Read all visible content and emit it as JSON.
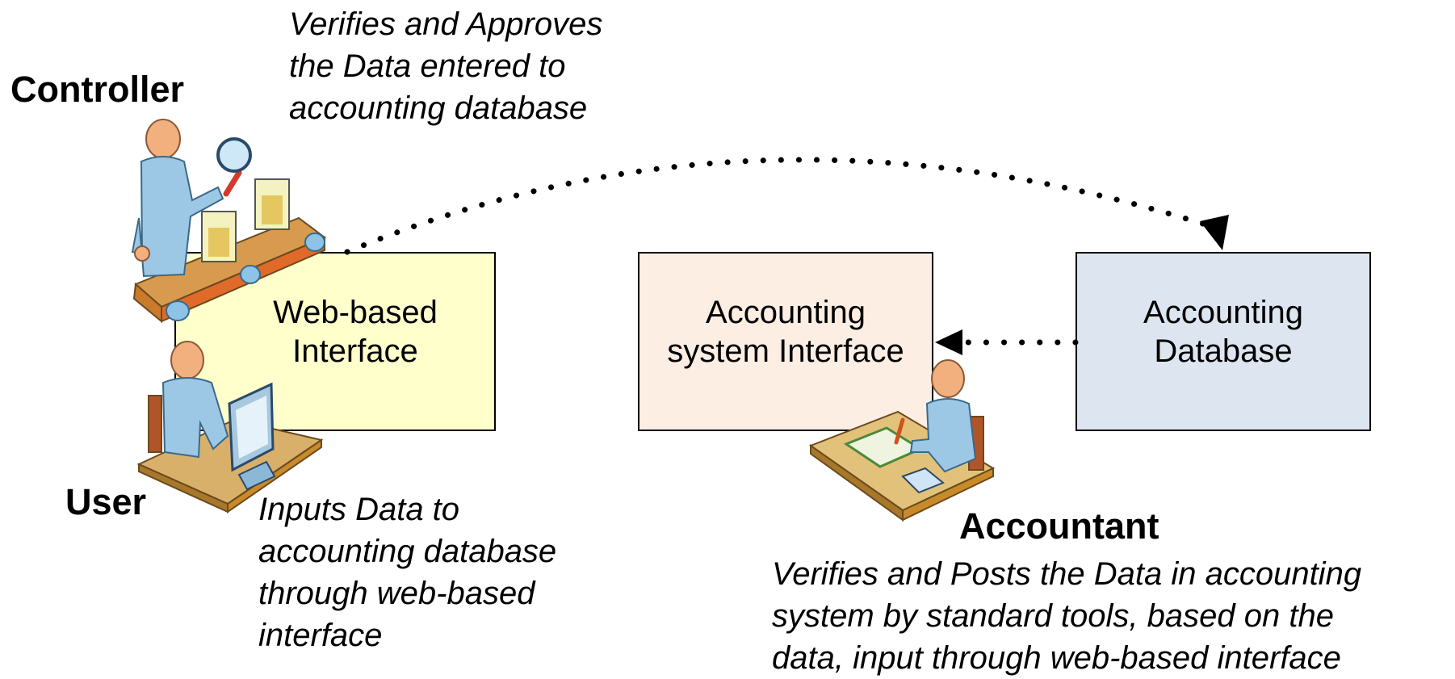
{
  "roles": {
    "controller": "Controller",
    "user": "User",
    "accountant": "Accountant"
  },
  "descriptions": {
    "controller": "Verifies and Approves\nthe Data entered to\naccounting database",
    "user": "Inputs Data to\naccounting database\nthrough web-based\ninterface",
    "accountant": "Verifies and Posts the Data in accounting\nsystem by standard tools, based on the\ndata, input through web-based interface"
  },
  "boxes": {
    "web": {
      "label": "Web-based\nInterface",
      "fill": "#ffffcc"
    },
    "accounting_interface": {
      "label": "Accounting\nsystem Interface",
      "fill": "#fdeee4"
    },
    "database": {
      "label": "Accounting\nDatabase",
      "fill": "#dde6f0"
    }
  },
  "icons": {
    "controller": "controller-inspector-icon",
    "user": "user-at-computer-icon",
    "accountant": "accountant-at-desk-icon"
  }
}
